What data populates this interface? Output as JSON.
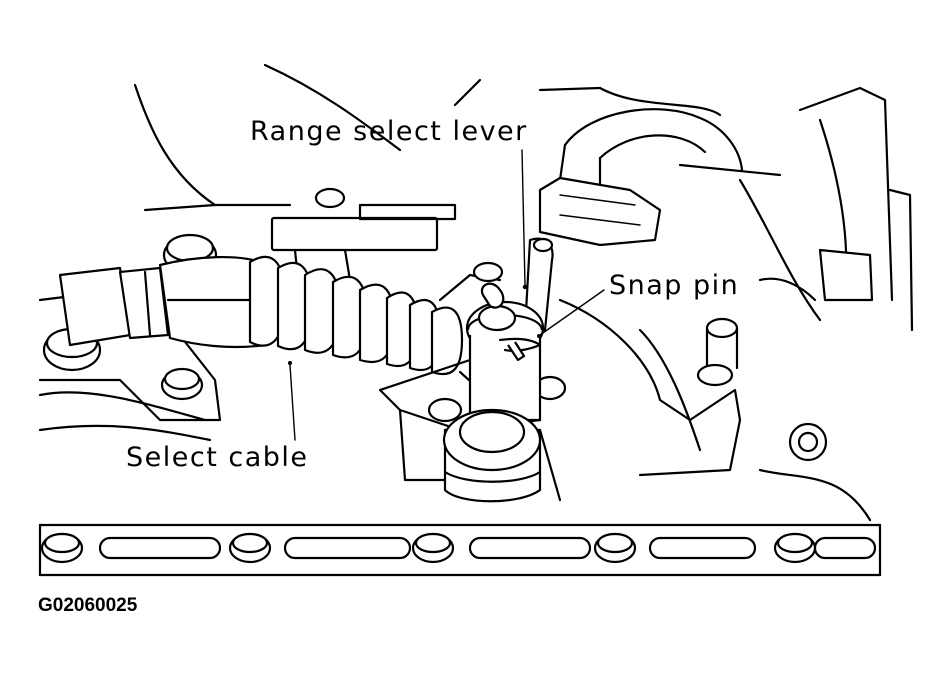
{
  "labels": {
    "range_select_lever": "Range select lever",
    "snap_pin": "Snap pin",
    "select_cable": "Select cable"
  },
  "figure_code": "G02060025",
  "colors": {
    "line": "#000000",
    "background": "#ffffff"
  }
}
